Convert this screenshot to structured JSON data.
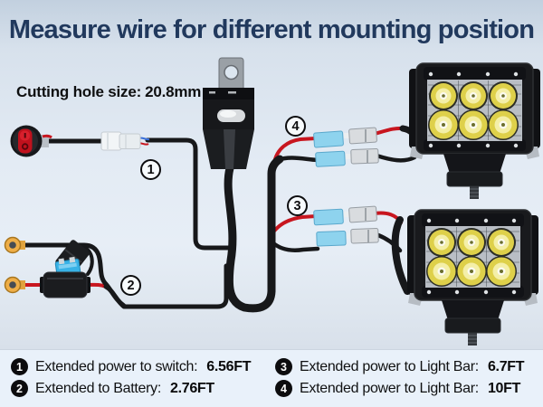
{
  "header": {
    "title": "Measure wire for different mounting position"
  },
  "diagram": {
    "cutting_hole": {
      "label": "Cutting hole size:",
      "value": "20.8mm"
    },
    "markers": [
      "1",
      "2",
      "3",
      "4"
    ]
  },
  "legend": {
    "items": [
      {
        "num": "1",
        "label": "Extended power to switch:",
        "value": "6.56FT"
      },
      {
        "num": "2",
        "label": "Extended to Battery:",
        "value": "2.76FT"
      },
      {
        "num": "3",
        "label": "Extended power to Light Bar:",
        "value": "6.7FT"
      },
      {
        "num": "4",
        "label": "Extended power to Light Bar:",
        "value": "10FT"
      }
    ]
  },
  "colors": {
    "title_navy": "#21395d",
    "background_top": "#c2d0df",
    "legend_background": "#e9f1fa",
    "wire_black": "#17181a",
    "wire_red": "#c8161f",
    "connector_blue": "#8ed3ee",
    "connector_silver": "#d9dcdf",
    "ring_terminal_gold": "#efae47",
    "fuse_blue": "#38b2e6",
    "led_yellow": "#ded04a"
  },
  "icons": {
    "switch": "rocker-switch",
    "relay": "relay-box",
    "fuse": "blade-fuse-holder",
    "terminals": "ring-terminals",
    "light_bar": "led-light-bar"
  }
}
